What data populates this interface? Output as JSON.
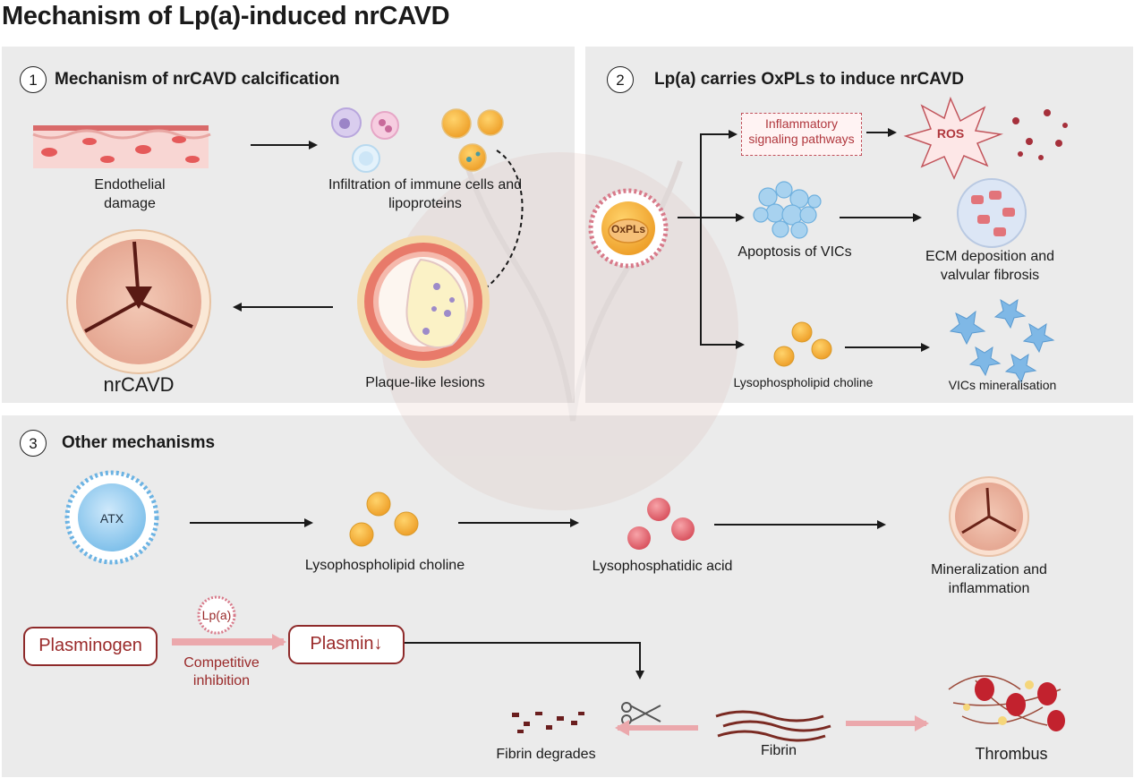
{
  "title": "Mechanism of Lp(a)-induced nrCAVD",
  "panel1": {
    "number": "1",
    "title": "Mechanism of nrCAVD calcification",
    "endothelial": "Endothelial damage",
    "infiltration": "Infiltration of immune cells and lipoproteins",
    "plaque": "Plaque-like lesions",
    "nrcavd": "nrCAVD"
  },
  "panel2": {
    "number": "2",
    "title": "Lp(a) carries OxPLs to induce nrCAVD",
    "oxpls": "OxPLs",
    "inflammatory": "Inflammatory signaling pathways",
    "ros": "ROS",
    "apoptosis": "Apoptosis of VICs",
    "ecm": "ECM deposition and valvular fibrosis",
    "lyso": "Lysophospholipid choline",
    "mineral": "VICs mineralisation"
  },
  "panel3": {
    "number": "3",
    "title": "Other mechanisms",
    "atx": "ATX",
    "lyso": "Lysophospholipid choline",
    "lpa": "Lysophosphatidic acid",
    "mineral": "Mineralization and inflammation",
    "plasminogen": "Plasminogen",
    "lpa_label": "Lp(a)",
    "competitive": "Competitive inhibition",
    "plasmin": "Plasmin↓",
    "fibrin_degrades": "Fibrin degrades",
    "fibrin": "Fibrin",
    "thrombus": "Thrombus"
  },
  "colors": {
    "panel_bg": "#ebebeb",
    "accent_red": "#9a2a2a",
    "ring_pink": "#d87a8a",
    "orange": "#f0a838"
  }
}
